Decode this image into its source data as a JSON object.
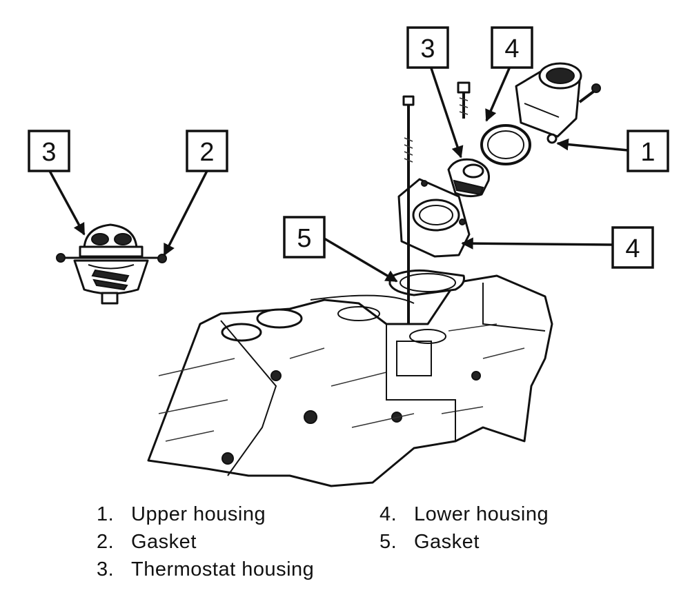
{
  "callouts": {
    "left_thermostat": "3",
    "left_gasket": "2",
    "top_thermostat": "3",
    "top_gasket": "4",
    "right_upper": "1",
    "right_lower": "4",
    "left_gasket_lower": "5"
  },
  "legend": {
    "items": [
      {
        "num": "1.",
        "label": "Upper housing"
      },
      {
        "num": "2.",
        "label": "Gasket"
      },
      {
        "num": "3.",
        "label": "Thermostat housing"
      },
      {
        "num": "4.",
        "label": "Lower housing"
      },
      {
        "num": "5.",
        "label": "Gasket"
      }
    ]
  }
}
